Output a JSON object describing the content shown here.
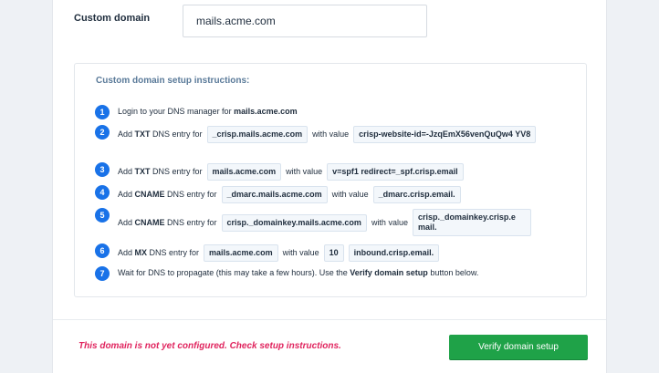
{
  "domain": {
    "label": "Custom domain",
    "value": "mails.acme.com"
  },
  "instructions": {
    "title": "Custom domain setup instructions:",
    "steps": [
      {
        "n": "1",
        "pre": "Login to your DNS manager for ",
        "bold": "mails.acme.com"
      },
      {
        "n": "2",
        "a": "Add ",
        "type": "TXT",
        "b": " DNS entry for",
        "entry": "_crisp.mails.acme.com",
        "c": "with value",
        "value": "crisp-website-id=-JzqEmX56venQuQw4 YV8"
      },
      {
        "n": "3",
        "a": "Add ",
        "type": "TXT",
        "b": " DNS entry for",
        "entry": "mails.acme.com",
        "c": "with value",
        "value": "v=spf1 redirect=_spf.crisp.email"
      },
      {
        "n": "4",
        "a": "Add ",
        "type": "CNAME",
        "b": " DNS entry for",
        "entry": "_dmarc.mails.acme.com",
        "c": "with value",
        "value": "_dmarc.crisp.email."
      },
      {
        "n": "5",
        "a": "Add ",
        "type": "CNAME",
        "b": " DNS entry for",
        "entry": "crisp._domainkey.mails.acme.com",
        "c": "with value",
        "value": "crisp._domainkey.crisp.e mail."
      },
      {
        "n": "6",
        "a": "Add ",
        "type": "MX",
        "b": " DNS entry for",
        "entry": "mails.acme.com",
        "c": "with value",
        "priority": "10",
        "value": "inbound.crisp.email."
      },
      {
        "n": "7",
        "pre": "Wait for DNS to propagate (this may take a few hours). Use the ",
        "bold": "Verify domain setup",
        "post": " button below."
      }
    ]
  },
  "footer": {
    "status": "This domain is not yet configured. Check setup instructions.",
    "verify_label": "Verify domain setup"
  },
  "colors": {
    "accent": "#1972e8",
    "success_button": "#1fa248",
    "error_text": "#e0245e"
  }
}
